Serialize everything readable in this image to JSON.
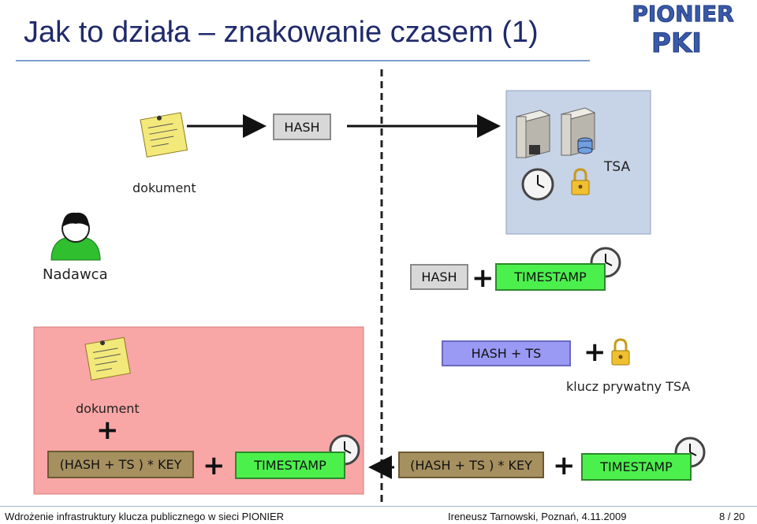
{
  "slide": {
    "title": "Jak to działa – znakowanie czasem (1)",
    "logo": {
      "line1": "PIONIER",
      "line2": "PKI"
    }
  },
  "diagram": {
    "sender": {
      "document_label": "dokument",
      "person_label": "Nadawca"
    },
    "tsa": {
      "label": "TSA"
    },
    "boxes": {
      "hash_top": "HASH",
      "hash_mid": "HASH",
      "timestamp_mid": "TIMESTAMP",
      "hash_ts": "HASH + TS",
      "signed_right": "(HASH + TS ) * KEY",
      "timestamp_right": "TIMESTAMP",
      "signed_left": "(HASH + TS ) * KEY",
      "timestamp_left": "TIMESTAMP"
    },
    "private_key_label": "klucz prywatny TSA",
    "receiver_document_label": "dokument",
    "plus": "+"
  },
  "footer": {
    "left": "Wdrożenie infrastruktury klucza publicznego w sieci PIONIER",
    "center": "Ireneusz Tarnowski, Poznań, 4.11.2009",
    "right": "8 / 20"
  },
  "colors": {
    "title": "#1f2a6b",
    "tsa_panel": "#c7d3e6",
    "receiver_panel": "#f9a6a6",
    "green_box": "#4cf04c",
    "blue_box": "#9a9af5",
    "brown_box": "#a69060",
    "gray_box": "#d8d8d8"
  }
}
